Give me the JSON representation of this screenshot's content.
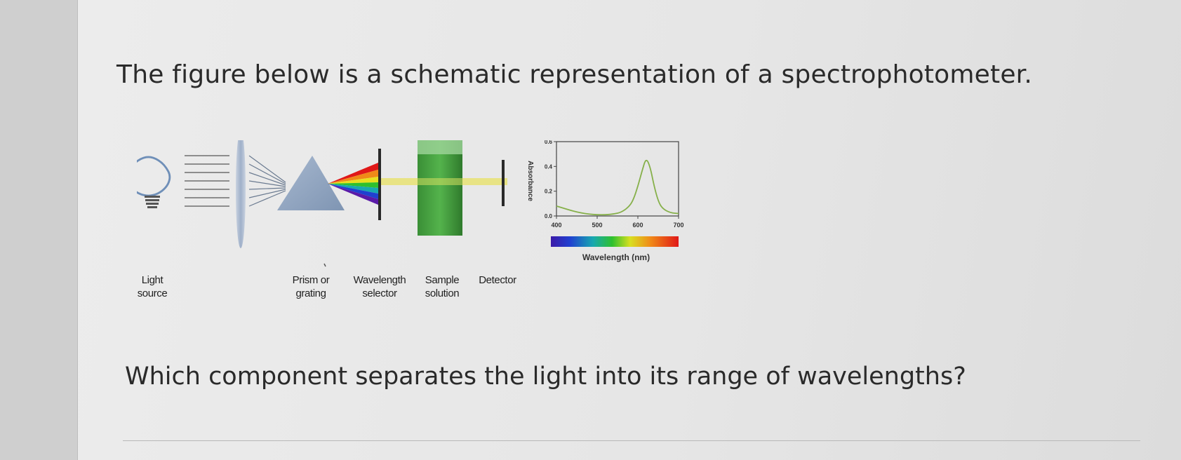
{
  "question": {
    "title": "The figure below is a schematic representation of a spectrophotometer.",
    "prompt": "Which component separates the light into its range of wavelengths?"
  },
  "diagram": {
    "components": [
      {
        "id": "light-source",
        "line1": "Light",
        "line2": "source",
        "icon": "lightbulb-icon"
      },
      {
        "id": "prism",
        "line1": "Prism or",
        "line2": "grating",
        "icon": "prism-icon"
      },
      {
        "id": "wavelength-selector",
        "line1": "Wavelength",
        "line2": "selector",
        "icon": "slit-icon"
      },
      {
        "id": "sample",
        "line1": "Sample",
        "line2": "solution",
        "icon": "cuvette-icon"
      },
      {
        "id": "detector",
        "line1": "Detector",
        "line2": "",
        "icon": "detector-icon"
      }
    ],
    "colors": {
      "prism": "#8fa4bf",
      "lens": "#b7c3d6",
      "sample": "#3f9a3a",
      "beam": "#e8e27a",
      "detector": "#333333"
    }
  },
  "chart_data": {
    "type": "line",
    "ylabel": "Absorbance",
    "xlabel": "Wavelength (nm)",
    "xlim": [
      400,
      700
    ],
    "ylim": [
      0,
      0.6
    ],
    "xticks": [
      "400",
      "500",
      "600",
      "700"
    ],
    "yticks": [
      "0.6",
      "0.4",
      "0.2",
      "0.0"
    ],
    "series": [
      {
        "x": [
          400,
          420,
          440,
          460,
          480,
          500,
          520,
          540,
          560,
          580,
          590,
          600,
          610,
          620,
          630,
          640,
          650,
          660,
          680,
          700
        ],
        "values": [
          0.08,
          0.06,
          0.04,
          0.025,
          0.015,
          0.01,
          0.01,
          0.015,
          0.03,
          0.08,
          0.14,
          0.24,
          0.36,
          0.47,
          0.4,
          0.24,
          0.12,
          0.06,
          0.025,
          0.02
        ]
      }
    ],
    "spectrum_bar": true,
    "grid": false
  }
}
